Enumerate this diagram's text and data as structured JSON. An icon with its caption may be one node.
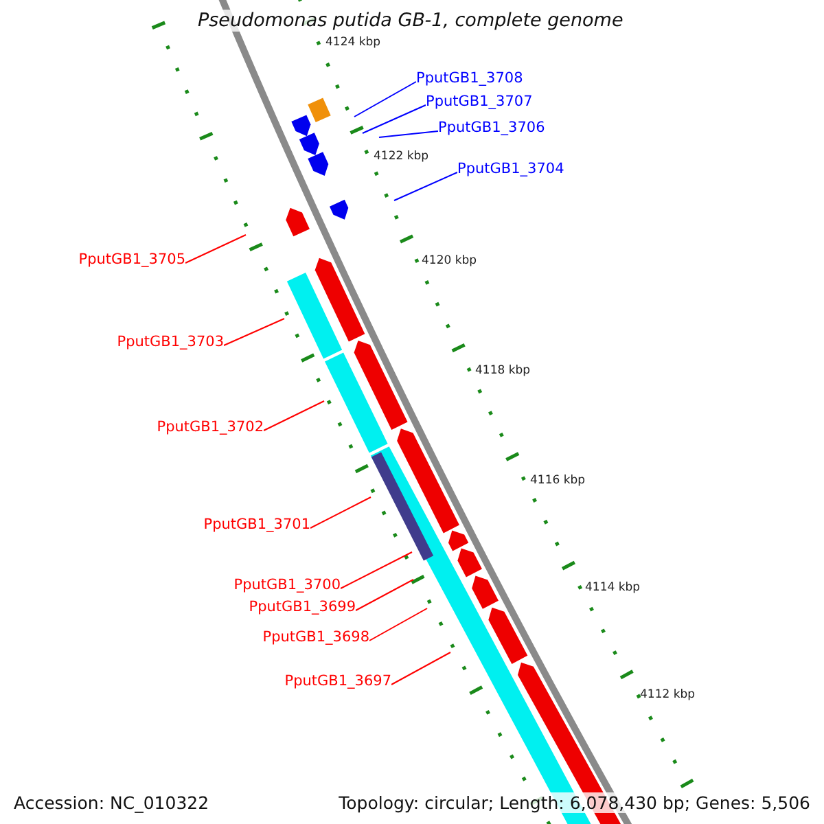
{
  "diagram": {
    "title": "Pseudomonas putida GB-1, complete genome",
    "nodes": [
      {
        "text": [
          "PputGB1_3708"
        ]
      },
      {
        "text": [
          "PputGB1_3707"
        ]
      },
      {
        "text": [
          "PputGB1_3706"
        ]
      },
      {
        "text": [
          "PputGB1_3704"
        ]
      },
      {
        "text": [
          "PputGB1_3705"
        ]
      },
      {
        "text": [
          "PputGB1_3703"
        ]
      },
      {
        "text": [
          "PputGB1_3702"
        ]
      },
      {
        "text": [
          "PputGB1_3701"
        ]
      },
      {
        "text": [
          "PputGB1_3700"
        ]
      },
      {
        "text": [
          "PputGB1_3699"
        ]
      },
      {
        "text": [
          "PputGB1_3698"
        ]
      },
      {
        "text": [
          "PputGB1_3697"
        ]
      }
    ],
    "edges": [
      {
        "from": 0,
        "to": null,
        "arrow": "none",
        "color": "#0000ff"
      },
      {
        "from": 1,
        "to": null,
        "arrow": "none",
        "color": "#0000ff"
      },
      {
        "from": 2,
        "to": null,
        "arrow": "none",
        "color": "#0000ff"
      },
      {
        "from": 3,
        "to": null,
        "arrow": "none",
        "color": "#0000ff"
      },
      {
        "from": 4,
        "to": null,
        "arrow": "none"
      },
      {
        "from": 5,
        "to": null,
        "arrow": "none"
      },
      {
        "from": 6,
        "to": null,
        "arrow": "none"
      },
      {
        "from": 7,
        "to": null,
        "arrow": "none"
      },
      {
        "from": 8,
        "to": null,
        "arrow": "none"
      },
      {
        "from": 9,
        "to": null,
        "arrow": "none"
      },
      {
        "from": 10,
        "to": null,
        "arrow": "none"
      },
      {
        "from": 11,
        "to": null,
        "arrow": "none"
      }
    ],
    "labels": [
      "4124 kbp",
      "4122 kbp",
      "4120 kbp",
      "4118 kbp",
      "4116 kbp",
      "4114 kbp",
      "4112 kbp",
      "Accession: NC_010322",
      "Topology: circular; Length: 6,078,430 bp; Genes: 5,506"
    ]
  }
}
